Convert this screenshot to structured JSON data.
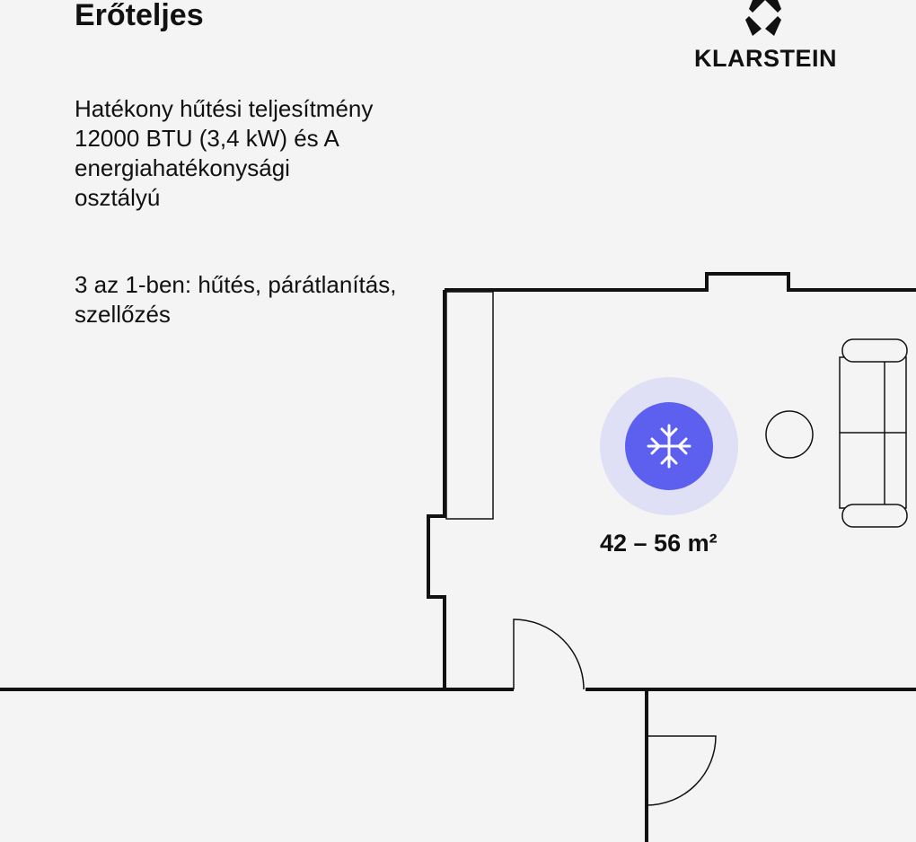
{
  "heading": "Erőteljes",
  "paragraphs": [
    "Hatékony hűtési teljesítmény 12000 BTU (3,4 kW) és A energiahatékonysági osztályú",
    "3 az 1-ben: hűtés, párátlanítás, szellőzés"
  ],
  "brand": {
    "name": "KLARSTEIN"
  },
  "coverage": {
    "area_label": "42 – 56 m²",
    "icon": "snowflake-icon"
  },
  "colors": {
    "accent": "#5d60ee",
    "halo": "#dfdff5",
    "background": "#f4f4f4",
    "line": "#111111"
  }
}
